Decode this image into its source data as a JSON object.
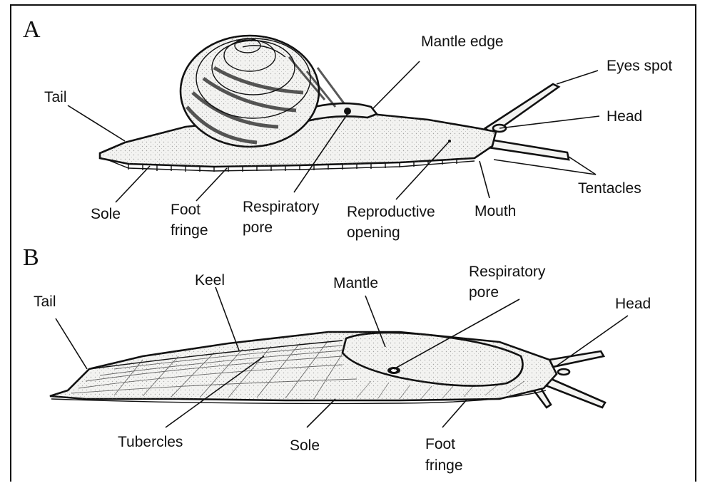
{
  "panels": {
    "a": "A",
    "b": "B"
  },
  "snail": {
    "mantle_edge": "Mantle edge",
    "eyes_spot": "Eyes spot",
    "tail": "Tail",
    "head": "Head",
    "tentacles": "Tentacles",
    "sole": "Sole",
    "foot_fringe_1": "Foot",
    "foot_fringe_2": "fringe",
    "respiratory_pore_1": "Respiratory",
    "respiratory_pore_2": "pore",
    "reproductive_opening_1": "Reproductive",
    "reproductive_opening_2": "opening",
    "mouth": "Mouth"
  },
  "slug": {
    "keel": "Keel",
    "tail": "Tail",
    "mantle": "Mantle",
    "respiratory_pore_1": "Respiratory",
    "respiratory_pore_2": "pore",
    "head": "Head",
    "tubercles": "Tubercles",
    "sole": "Sole",
    "foot_fringe_1": "Foot",
    "foot_fringe_2": "fringe"
  }
}
